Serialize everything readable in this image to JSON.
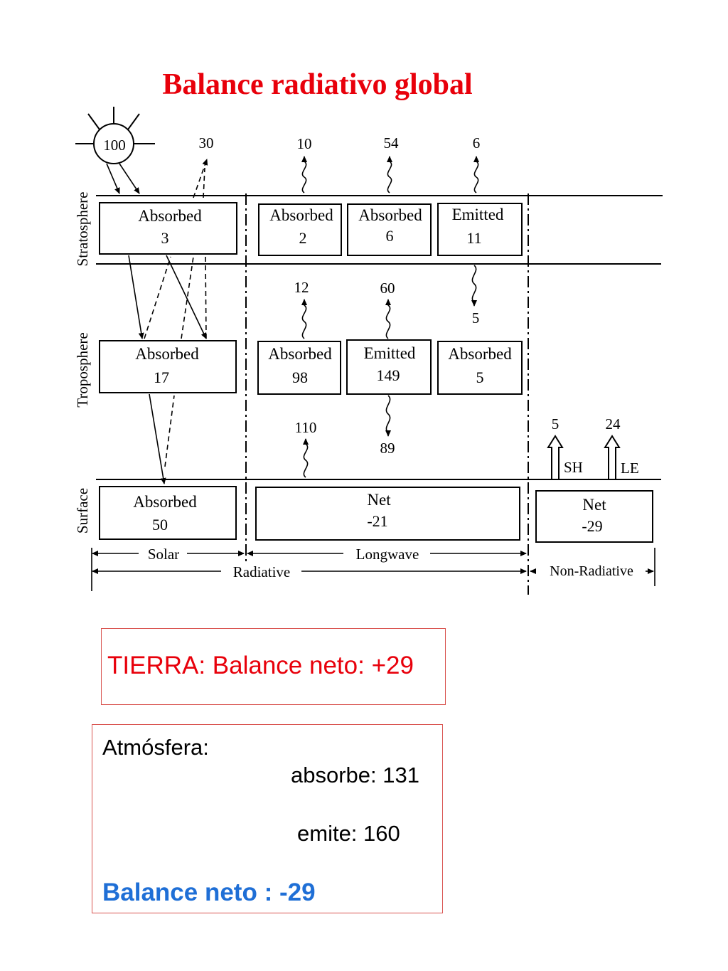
{
  "title": "Balance radiativo global",
  "colors": {
    "title": "#e8000b",
    "earth_text": "#e8000b",
    "net_text": "#1f6fd6",
    "box_border": "#d9534f"
  },
  "diagram": {
    "sun_value": "100",
    "layers": {
      "stratosphere": "Stratosphere",
      "troposphere": "Troposphere",
      "surface": "Surface"
    },
    "flux": {
      "reflected": "30",
      "lw_top_1": "10",
      "lw_top_2": "54",
      "lw_top_3": "6",
      "trop_up_1": "12",
      "trop_up_2": "60",
      "strat_down": "5",
      "surf_up": "110",
      "trop_down": "89",
      "sh_value": "5",
      "le_value": "24"
    },
    "boxes": {
      "solar_strat": {
        "label": "Absorbed",
        "value": "3"
      },
      "lw_strat_1": {
        "label": "Absorbed",
        "value": "2"
      },
      "lw_strat_2": {
        "label": "Absorbed",
        "value": "6"
      },
      "lw_strat_3": {
        "label": "Emitted",
        "value": "11"
      },
      "solar_trop": {
        "label": "Absorbed",
        "value": "17"
      },
      "lw_trop_1": {
        "label": "Absorbed",
        "value": "98"
      },
      "lw_trop_2": {
        "label": "Emitted",
        "value": "149"
      },
      "lw_trop_3": {
        "label": "Absorbed",
        "value": "5"
      },
      "solar_surf": {
        "label": "Absorbed",
        "value": "50"
      },
      "lw_surf": {
        "label": "Net",
        "value": "-21"
      },
      "nonrad_surf": {
        "label": "Net",
        "value": "-29"
      }
    },
    "sh_label": "SH",
    "le_label": "LE",
    "dims": {
      "solar": "Solar",
      "longwave": "Longwave",
      "radiative": "Radiative",
      "non_radiative": "Non-Radiative"
    }
  },
  "earth_summary": "TIERRA: Balance neto: +29",
  "atmosphere": {
    "label": "Atmósfera:",
    "absorbs": "absorbe: 131",
    "emits": "emite: 160",
    "net": "Balance neto : -29"
  }
}
